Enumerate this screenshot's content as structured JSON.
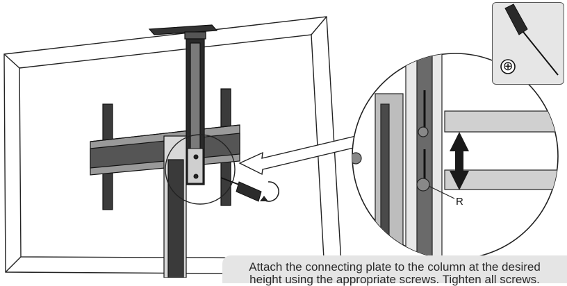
{
  "instruction": {
    "line1": "Attach the connecting plate to the column at the desired",
    "line2": "height using the appropriate screws. Tighten all screws."
  },
  "detail_callout": {
    "label": "R"
  },
  "tool": {
    "name": "screwdriver-icon",
    "head_type": "⊕"
  }
}
